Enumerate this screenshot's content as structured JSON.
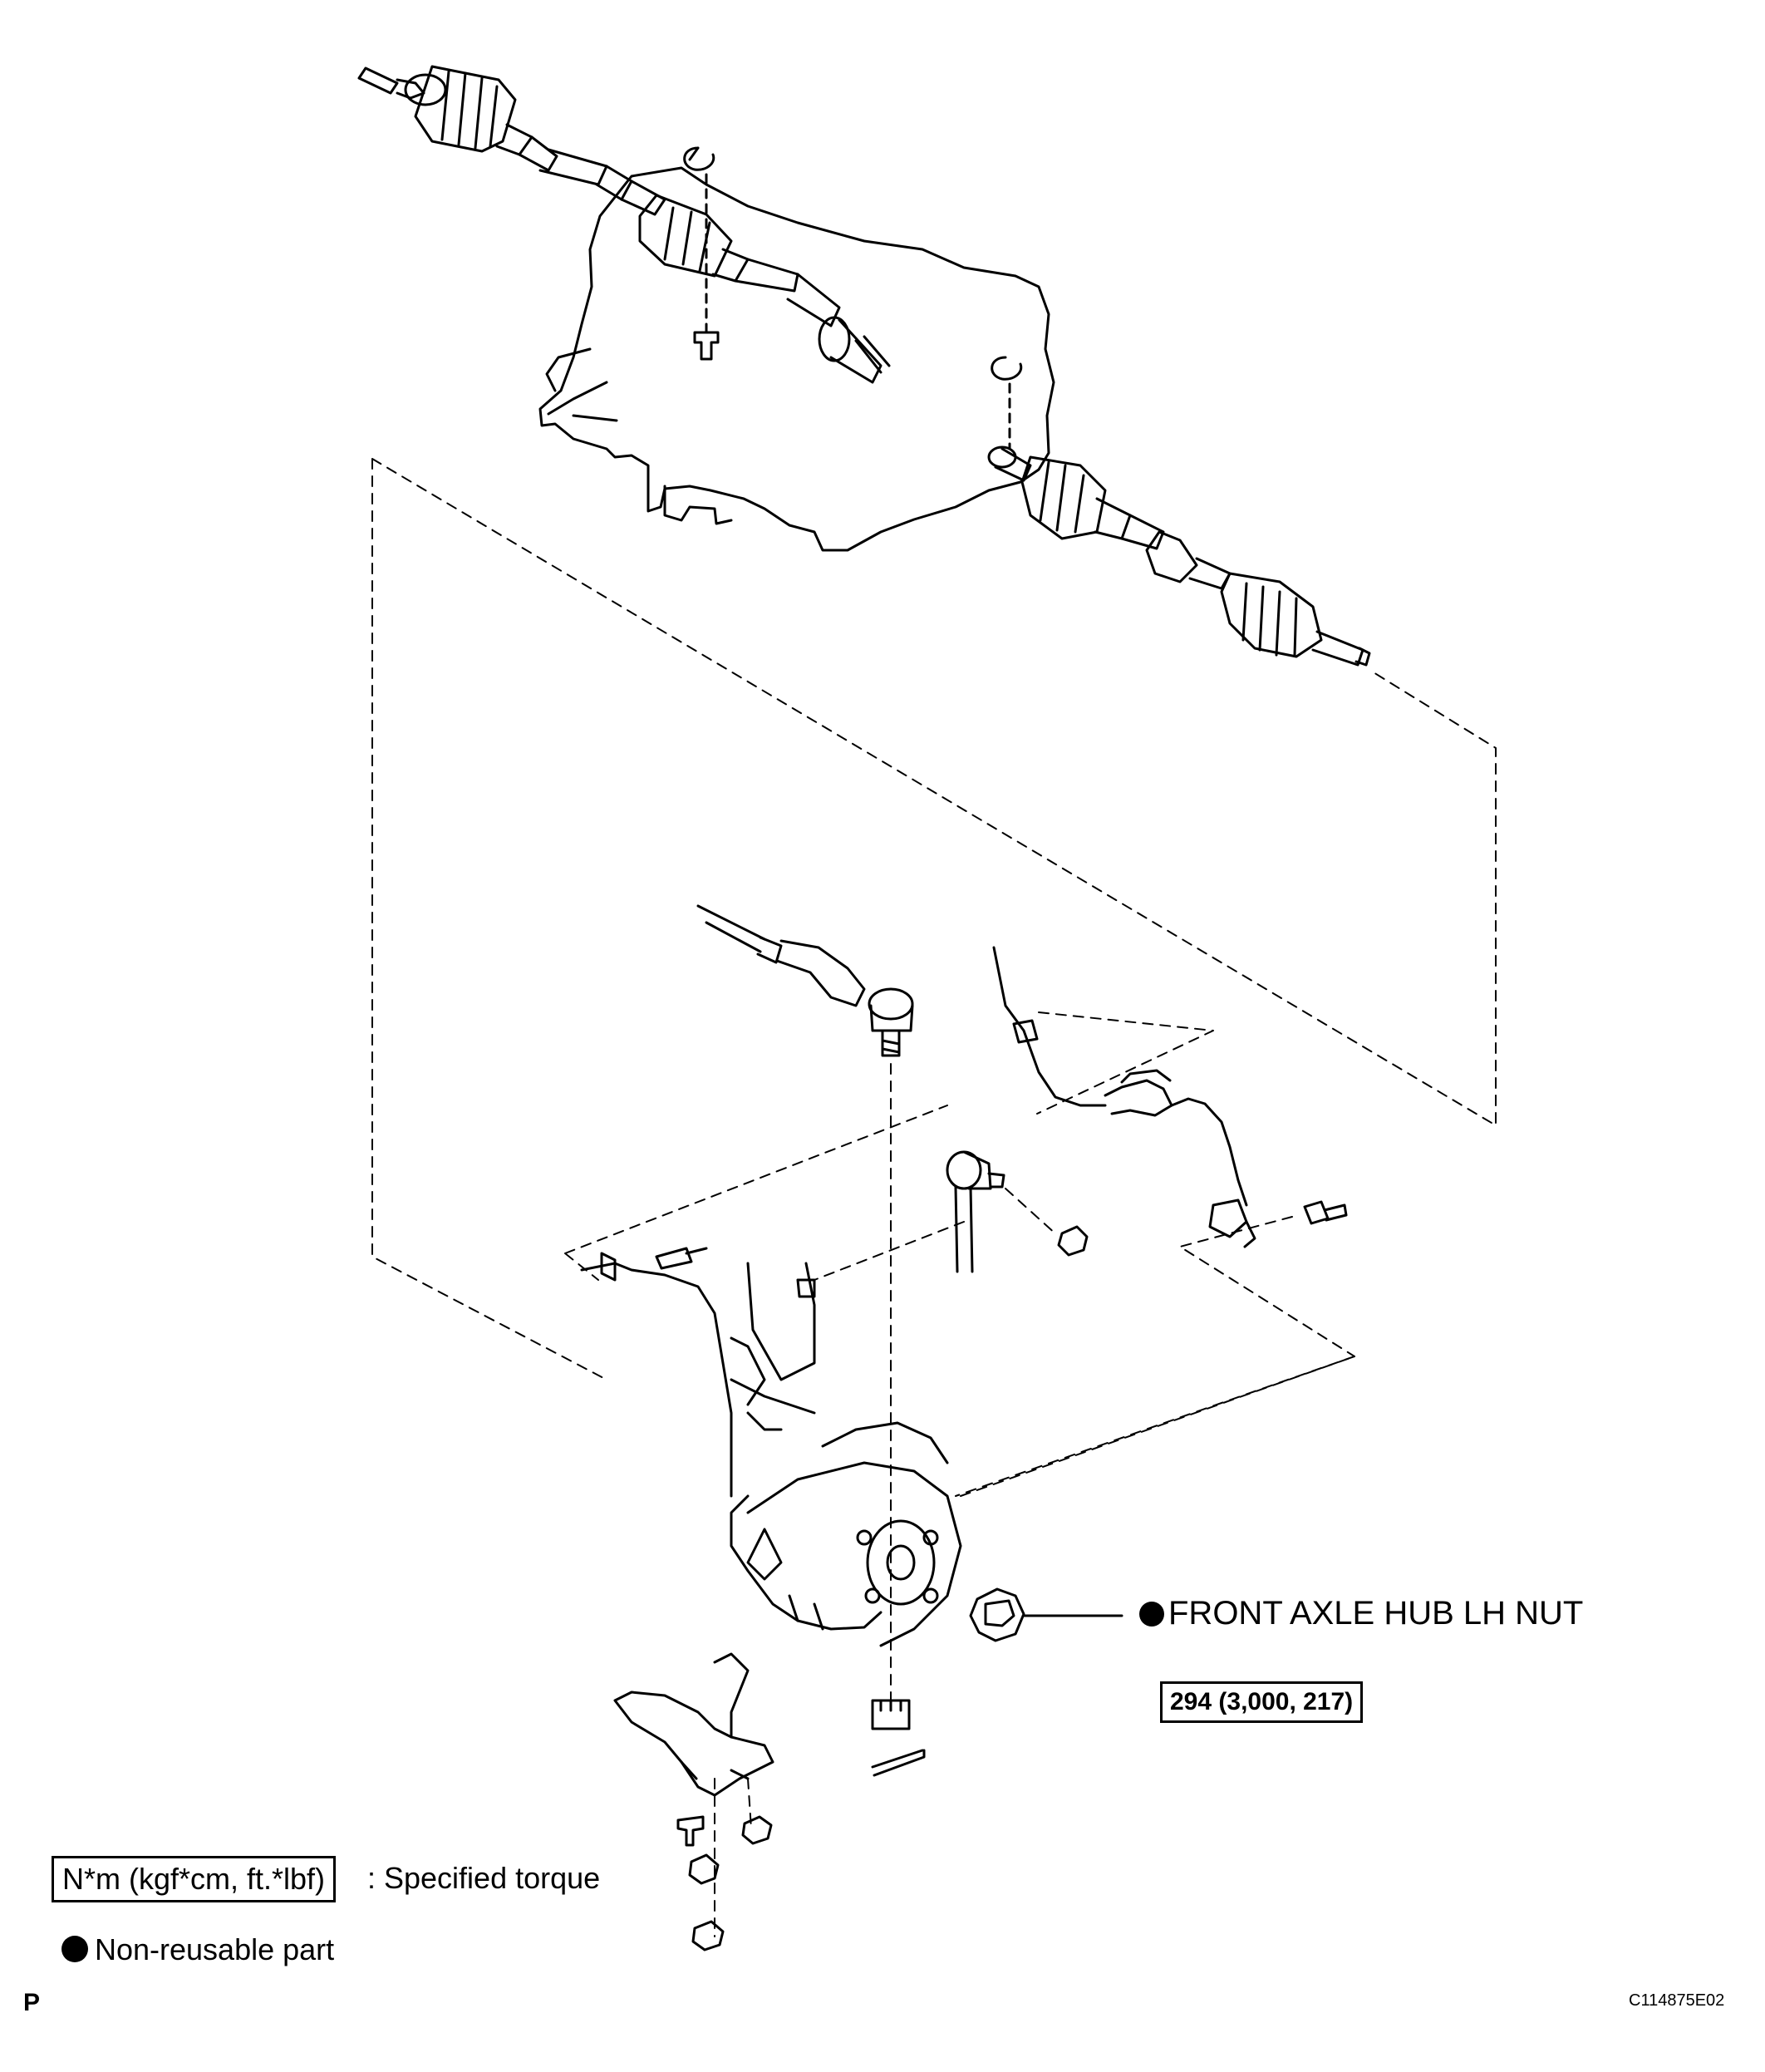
{
  "callouts": {
    "hub_nut_label": "FRONT AXLE HUB LH NUT",
    "hub_nut_torque": "294 (3,000, 217)"
  },
  "legend": {
    "torque_box": "N*m (kgf*cm, ft.*lbf)",
    "torque_text": ": Specified torque",
    "nonreusable_text": "Non-reusable part"
  },
  "footer": {
    "page_letter": "P",
    "figure_code": "C114875E02"
  },
  "icons": {
    "non_reusable": "filled-circle-icon"
  },
  "colors": {
    "line": "#000000",
    "background": "#ffffff"
  }
}
